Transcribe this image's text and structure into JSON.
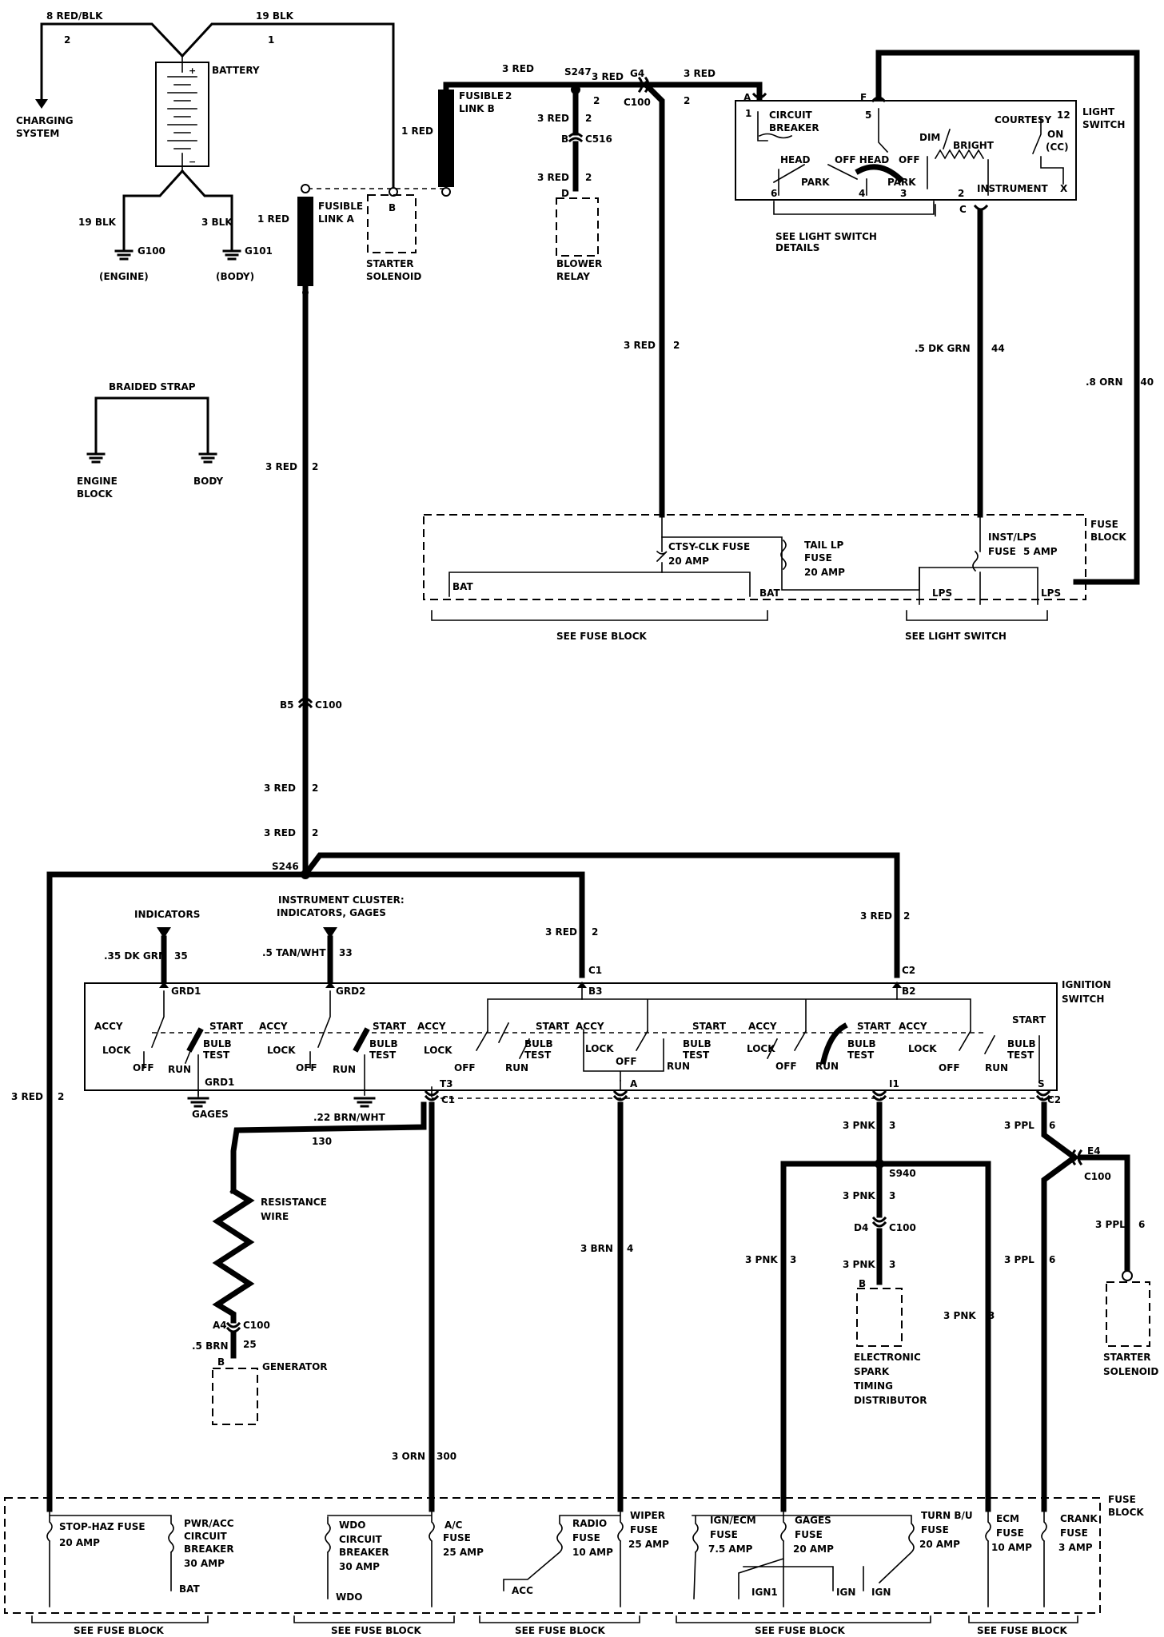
{
  "labels": {
    "red8_blk": "8 RED/BLK",
    "num2_a": "2",
    "blk19_top": "19 BLK",
    "num1_top": "1",
    "battery": "BATTERY",
    "charging1": "CHARGING",
    "charging2": "SYSTEM",
    "blk19_l": "19 BLK",
    "blk3_l": "3 BLK",
    "g100": "G100",
    "g101": "G101",
    "engine_paren": "(ENGINE)",
    "body_paren": "(BODY)",
    "red1_a": "1 RED",
    "red1_b": "1 RED",
    "fl_a1": "FUSIBLE",
    "fl_a2": "LINK A",
    "starter_b": "B",
    "starter_sol1": "STARTER",
    "starter_sol2": "SOLENOID",
    "fl_b1": "FUSIBLE",
    "fl_b2": "LINK B",
    "fl_b_num": "2",
    "red3_top": "3 RED",
    "s247": "S247",
    "red3_mid": "3 RED",
    "g4": "G4",
    "c100_top": "C100",
    "num2_top": "2",
    "red3_right": "3 RED",
    "num2_top2": "2",
    "red3_c516": "3 RED",
    "num2_c516": "2",
    "c516_b": "B",
    "c516": "C516",
    "red3_d": "3 RED",
    "num2_d": "2",
    "d": "D",
    "blower1": "BLOWER",
    "blower2": "RELAY",
    "a_pin": "A",
    "f_pin": "F",
    "circuit": "CIRCUIT",
    "breaker": "BREAKER",
    "pin1": "1",
    "pin5": "5",
    "pin12": "12",
    "courtesy": "COURTESY",
    "on_txt": "ON",
    "cc_txt": "(CC)",
    "light_sw1": "LIGHT",
    "light_sw2": "SWITCH",
    "dim": "DIM",
    "bright": "BRIGHT",
    "head_l": "HEAD",
    "off_head": "OFF HEAD",
    "off_r": "OFF",
    "park_l": "PARK",
    "park_r": "PARK",
    "pin6": "6",
    "pin4": "4",
    "pin3": "3",
    "pin2": "2",
    "instrument": "INSTRUMENT",
    "x_pin": "X",
    "see_ls1": "SEE LIGHT SWITCH",
    "see_ls2": "DETAILS",
    "c_pin": "C",
    "red3_vert": "3 RED",
    "num2_vert": "2",
    "dk_grn": ".5 DK GRN",
    "num44": "44",
    "orn8": ".8 ORN",
    "num240": "240",
    "braided": "BRAIDED STRAP",
    "engine_blk1": "ENGINE",
    "engine_blk2": "BLOCK",
    "body_gnd": "BODY",
    "red3_fl": "3 RED",
    "num2_fl": "2",
    "ctsy_fuse": "CTSY-CLK FUSE",
    "amp20_ctsy": "20 AMP",
    "tail1": "TAIL LP",
    "tail2": "FUSE",
    "tail3": "20 AMP",
    "inst1": "INST/LPS",
    "inst2": "FUSE",
    "inst3": "5 AMP",
    "fuse_block1": "FUSE",
    "fuse_block2": "BLOCK",
    "bat_l": "BAT",
    "bat_r": "BAT",
    "lps_l": "LPS",
    "lps_r": "LPS",
    "see_fb_top": "SEE FUSE BLOCK",
    "see_ls_top": "SEE LIGHT SWITCH",
    "b5": "B5",
    "c100_b5": "C100",
    "red3_a": "3 RED",
    "num2_b": "2",
    "red3_c": "3 RED",
    "num2_c": "2",
    "s246": "S246",
    "inst_cluster1": "INSTRUMENT CLUSTER:",
    "inst_cluster2": "INDICATORS, GAGES",
    "indicators": "INDICATORS",
    "red3_c1": "3 RED",
    "num2_c1": "2",
    "red3_c2": "3 RED",
    "num2_c2": "2",
    "dk_grn35": ".35 DK GRN",
    "num35": "35",
    "tan_wht": ".5 TAN/WHT",
    "num33": "33",
    "c1_top": "C1",
    "c2_top": "C2",
    "grd1": "GRD1",
    "grd2": "GRD2",
    "b3": "B3",
    "b2": "B2",
    "ign_sw1": "IGNITION",
    "ign_sw2": "SWITCH",
    "accy": "ACCY",
    "start": "START",
    "lock": "LOCK",
    "bulb": "BULB",
    "test": "TEST",
    "off": "OFF",
    "run": "RUN",
    "grd1_b": "GRD1",
    "gages": "GAGES",
    "t3": "T3",
    "c1_bot": "C1",
    "a_bot": "A",
    "i1": "I1",
    "s_pin": "S",
    "c2_bot": "C2",
    "red3_left": "3 RED",
    "num2_left": "2",
    "brn_wht": ".22 BRN/WHT",
    "num130": "130",
    "resist1": "RESISTANCE",
    "resist2": "WIRE",
    "a4": "A4",
    "c100_a4": "C100",
    "brn5": ".5 BRN",
    "num25": "25",
    "gen_b": "B",
    "generator": "GENERATOR",
    "orn3": "3 ORN",
    "num300": "300",
    "brn3": "3 BRN",
    "num4": "4",
    "pnk3_a": "3 PNK",
    "num3_a": "3",
    "s940": "S940",
    "pnk3_b": "3 PNK",
    "num3_b": "3",
    "d4": "D4",
    "c100_d4": "C100",
    "pnk3_c": "3 PNK",
    "num3_c": "3",
    "est_b": "B",
    "est1": "ELECTRONIC",
    "est2": "SPARK",
    "est3": "TIMING",
    "est4": "DISTRIBUTOR",
    "pnk3_d": "3 PNK",
    "num3_d": "3",
    "pnk3_e": "3 PNK",
    "num3_e": "3",
    "ppl3_a": "3 PPL",
    "num6_a": "6",
    "e4": "E4",
    "c100_e4": "C100",
    "ppl3_b": "3 PPL",
    "num6_b": "6",
    "ppl3_c": "3 PPL",
    "num6_c": "6",
    "starter_sol_b1": "STARTER",
    "starter_sol_b2": "SOLENOID",
    "fuse_block_b1": "FUSE",
    "fuse_block_b2": "BLOCK",
    "stop_haz": "STOP-HAZ FUSE",
    "amp20_stop": "20 AMP",
    "pwr1": "PWR/ACC",
    "pwr2": "CIRCUIT",
    "pwr3": "BREAKER",
    "pwr4": "30 AMP",
    "bat_bot": "BAT",
    "wdo1": "WDO",
    "wdo2": "CIRCUIT",
    "wdo3": "BREAKER",
    "wdo4": "30 AMP",
    "wdo_pin": "WDO",
    "ac1": "A/C",
    "ac2": "FUSE",
    "ac3": "25 AMP",
    "radio1": "RADIO",
    "radio2": "FUSE",
    "radio3": "10 AMP",
    "acc_pin": "ACC",
    "wiper1": "WIPER",
    "wiper2": "FUSE",
    "wiper3": "25 AMP",
    "ign_ecm1": "IGN/ECM",
    "ign_ecm2": "FUSE",
    "ign_ecm3": "7.5 AMP",
    "gages1": "GAGES",
    "gages2": "FUSE",
    "gages3": "20 AMP",
    "turn1": "TURN B/U",
    "turn2": "FUSE",
    "turn3": "20 AMP",
    "ign1_pin": "IGN1",
    "ign_pin_a": "IGN",
    "ign_pin_b": "IGN",
    "ecm1": "ECM",
    "ecm2": "FUSE",
    "ecm3": "10 AMP",
    "crank1": "CRANK",
    "crank2": "FUSE",
    "crank3": "3 AMP",
    "see_fb1": "SEE FUSE BLOCK",
    "see_fb2": "SEE FUSE BLOCK",
    "see_fb3": "SEE FUSE BLOCK",
    "see_fb4": "SEE FUSE BLOCK",
    "see_fb5": "SEE FUSE BLOCK"
  }
}
